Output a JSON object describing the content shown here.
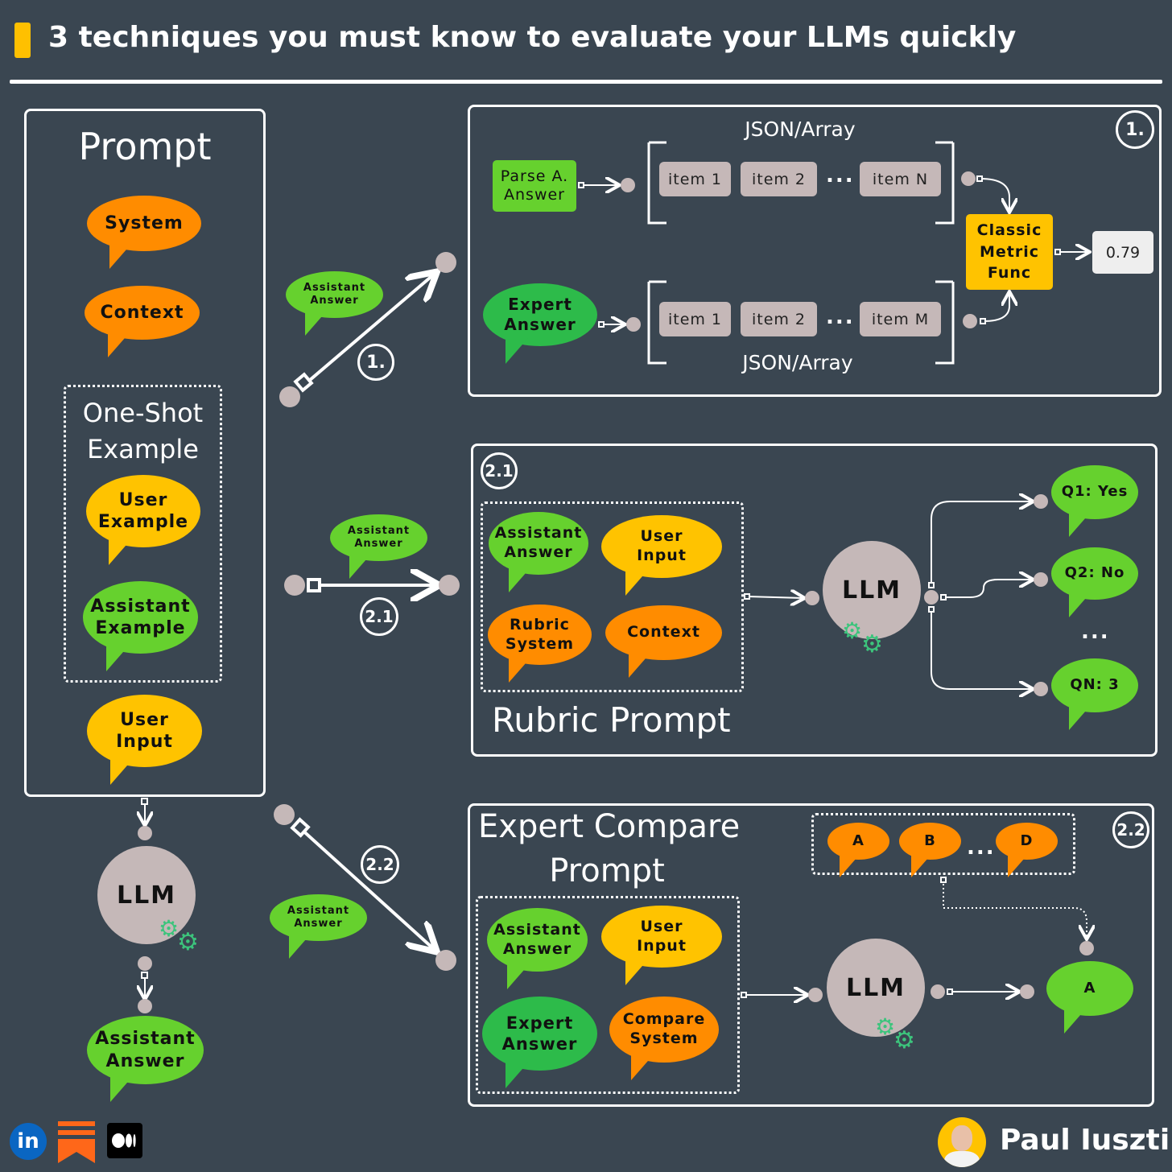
{
  "title": "3 techniques you must know to evaluate your LLMs quickly",
  "prompt_panel": {
    "heading": "Prompt",
    "system": "System",
    "context": "Context",
    "one_shot": [
      "One-Shot",
      "Example"
    ],
    "user_example": "User Example",
    "assistant_example": "Assistant Example",
    "user_input": "User Input",
    "llm": "LLM",
    "output": "Assistant Answer"
  },
  "middle": {
    "assistant_answer": "Assistant Answer",
    "badge1": "1.",
    "badge21": "2.1",
    "badge22": "2.2"
  },
  "technique1": {
    "badge": "1.",
    "json_top": "JSON/Array",
    "json_bottom": "JSON/Array",
    "parse": "Parse A. Answer",
    "expert": "Expert Answer",
    "top_items": [
      "item 1",
      "item 2",
      "item N"
    ],
    "bottom_items": [
      "item 1",
      "item 2",
      "item M"
    ],
    "ellipsis": "...",
    "metric": "Classic Metric Func",
    "score": "0.79"
  },
  "technique21": {
    "badge": "2.1",
    "assistant_answer": "Assistant Answer",
    "user_input": "User Input",
    "rubric_system": "Rubric System",
    "context": "Context",
    "caption": "Rubric Prompt",
    "llm": "LLM",
    "q1": "Q1: Yes",
    "q2": "Q2: No",
    "ellipsis": "...",
    "qn": "QN: 3"
  },
  "technique22": {
    "badge": "2.2",
    "title": [
      "Expert Compare",
      "Prompt"
    ],
    "options": [
      "A",
      "B",
      "D"
    ],
    "ellipsis": "...",
    "assistant_answer": "Assistant Answer",
    "user_input": "User Input",
    "expert_answer": "Expert Answer",
    "compare_system": "Compare System",
    "llm": "LLM",
    "result": "A"
  },
  "footer": {
    "author": "Paul Iusztin",
    "linkedin": "in"
  },
  "colors": {
    "background": "#3a4651",
    "orange": "#ff8c00",
    "yellow": "#ffc300",
    "green": "#66d12e",
    "dark_green": "#2dbb4a",
    "node": "#c5b8b8"
  }
}
